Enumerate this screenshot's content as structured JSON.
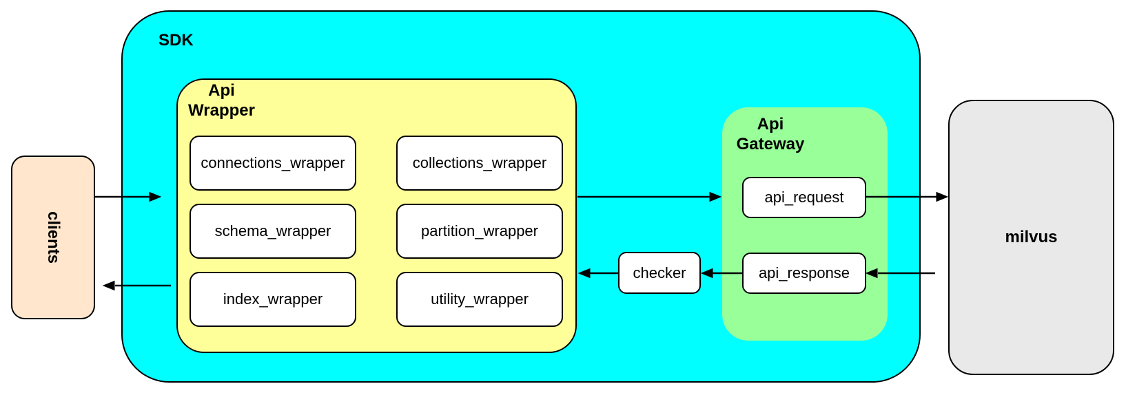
{
  "colors": {
    "sdk_fill": "#00FFFF",
    "api_wrapper_fill": "#FFFF99",
    "api_gateway_fill": "#99FF99",
    "clients_fill": "#FFE6CC",
    "milvus_fill": "#E9E9E9",
    "leaf_box_fill": "#FFFFFF",
    "stroke": "#000000"
  },
  "nodes": {
    "clients": {
      "label": "clients"
    },
    "sdk": {
      "label": "SDK"
    },
    "api_wrapper": {
      "label_line1": "Api",
      "label_line2": "Wrapper",
      "children": [
        {
          "label": "connections_wrapper"
        },
        {
          "label": "collections_wrapper"
        },
        {
          "label": "schema_wrapper"
        },
        {
          "label": "partition_wrapper"
        },
        {
          "label": "index_wrapper"
        },
        {
          "label": "utility_wrapper"
        }
      ]
    },
    "checker": {
      "label": "checker"
    },
    "api_gateway": {
      "label_line1": "Api",
      "label_line2": "Gateway",
      "children": [
        {
          "label": "api_request"
        },
        {
          "label": "api_response"
        }
      ]
    },
    "milvus": {
      "label": "milvus"
    }
  },
  "edges": [
    {
      "from": "clients",
      "to": "sdk",
      "direction": "right"
    },
    {
      "from": "api_wrapper",
      "to": "api_gateway",
      "direction": "right"
    },
    {
      "from": "api_request",
      "to": "milvus",
      "direction": "right"
    },
    {
      "from": "milvus",
      "to": "api_response",
      "direction": "left"
    },
    {
      "from": "api_response",
      "to": "checker",
      "direction": "left"
    },
    {
      "from": "checker",
      "to": "api_wrapper",
      "direction": "left"
    },
    {
      "from": "sdk",
      "to": "clients",
      "direction": "left"
    }
  ]
}
